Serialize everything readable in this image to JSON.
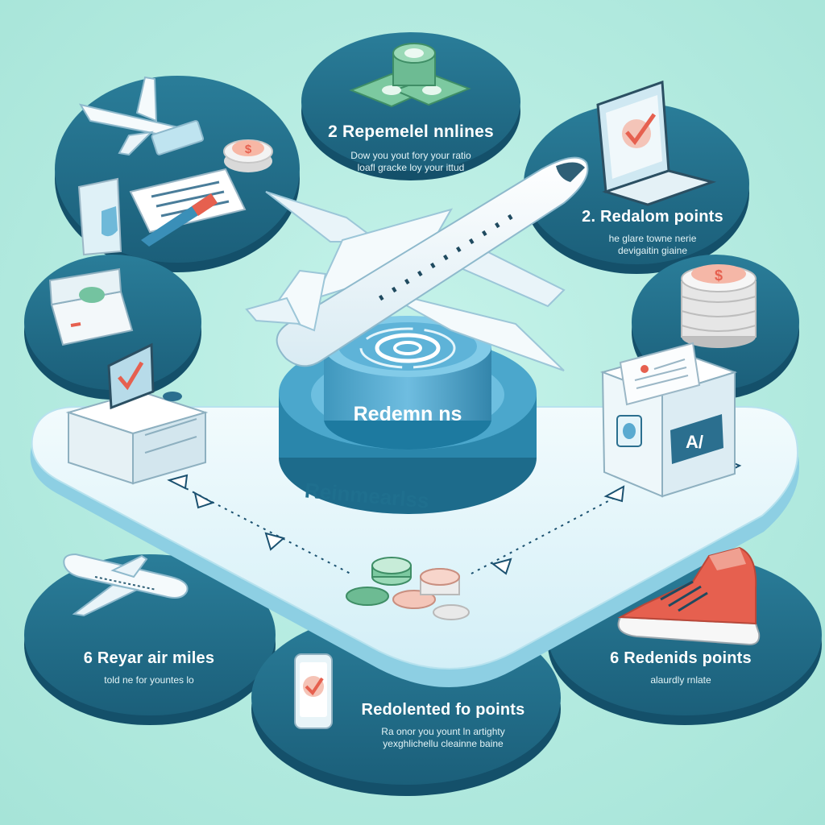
{
  "center": {
    "top_label": "Redemn ns",
    "platform_label": "Reinmearlss"
  },
  "steps": [
    {
      "title": "2 Repemelel nnlines",
      "subtitle_1": "Dow you yout fory your ratio",
      "subtitle_2": "loafl gracke loy your ittud"
    },
    {
      "title": "2. Redalom points",
      "subtitle_1": "he glare towne nerie",
      "subtitle_2": "devigaitin giaine"
    },
    {
      "title": "6 Reyar air miles",
      "subtitle_1": "told ne for yountes lo"
    },
    {
      "title": "Redolented fo points",
      "subtitle_1": "Ra onor you yount ln artighty",
      "subtitle_2": "yexghlichellu cleainne baine"
    },
    {
      "title": "6 Redenids points",
      "subtitle_1": "alaurdly rnlate"
    }
  ],
  "icons": {
    "coin_symbol": "$",
    "box_label": "A/",
    "palette": {
      "platform": "#1f6f8e",
      "accent": "#e6604f",
      "money": "#7cc9a0",
      "surface": "#dff6fb"
    }
  }
}
